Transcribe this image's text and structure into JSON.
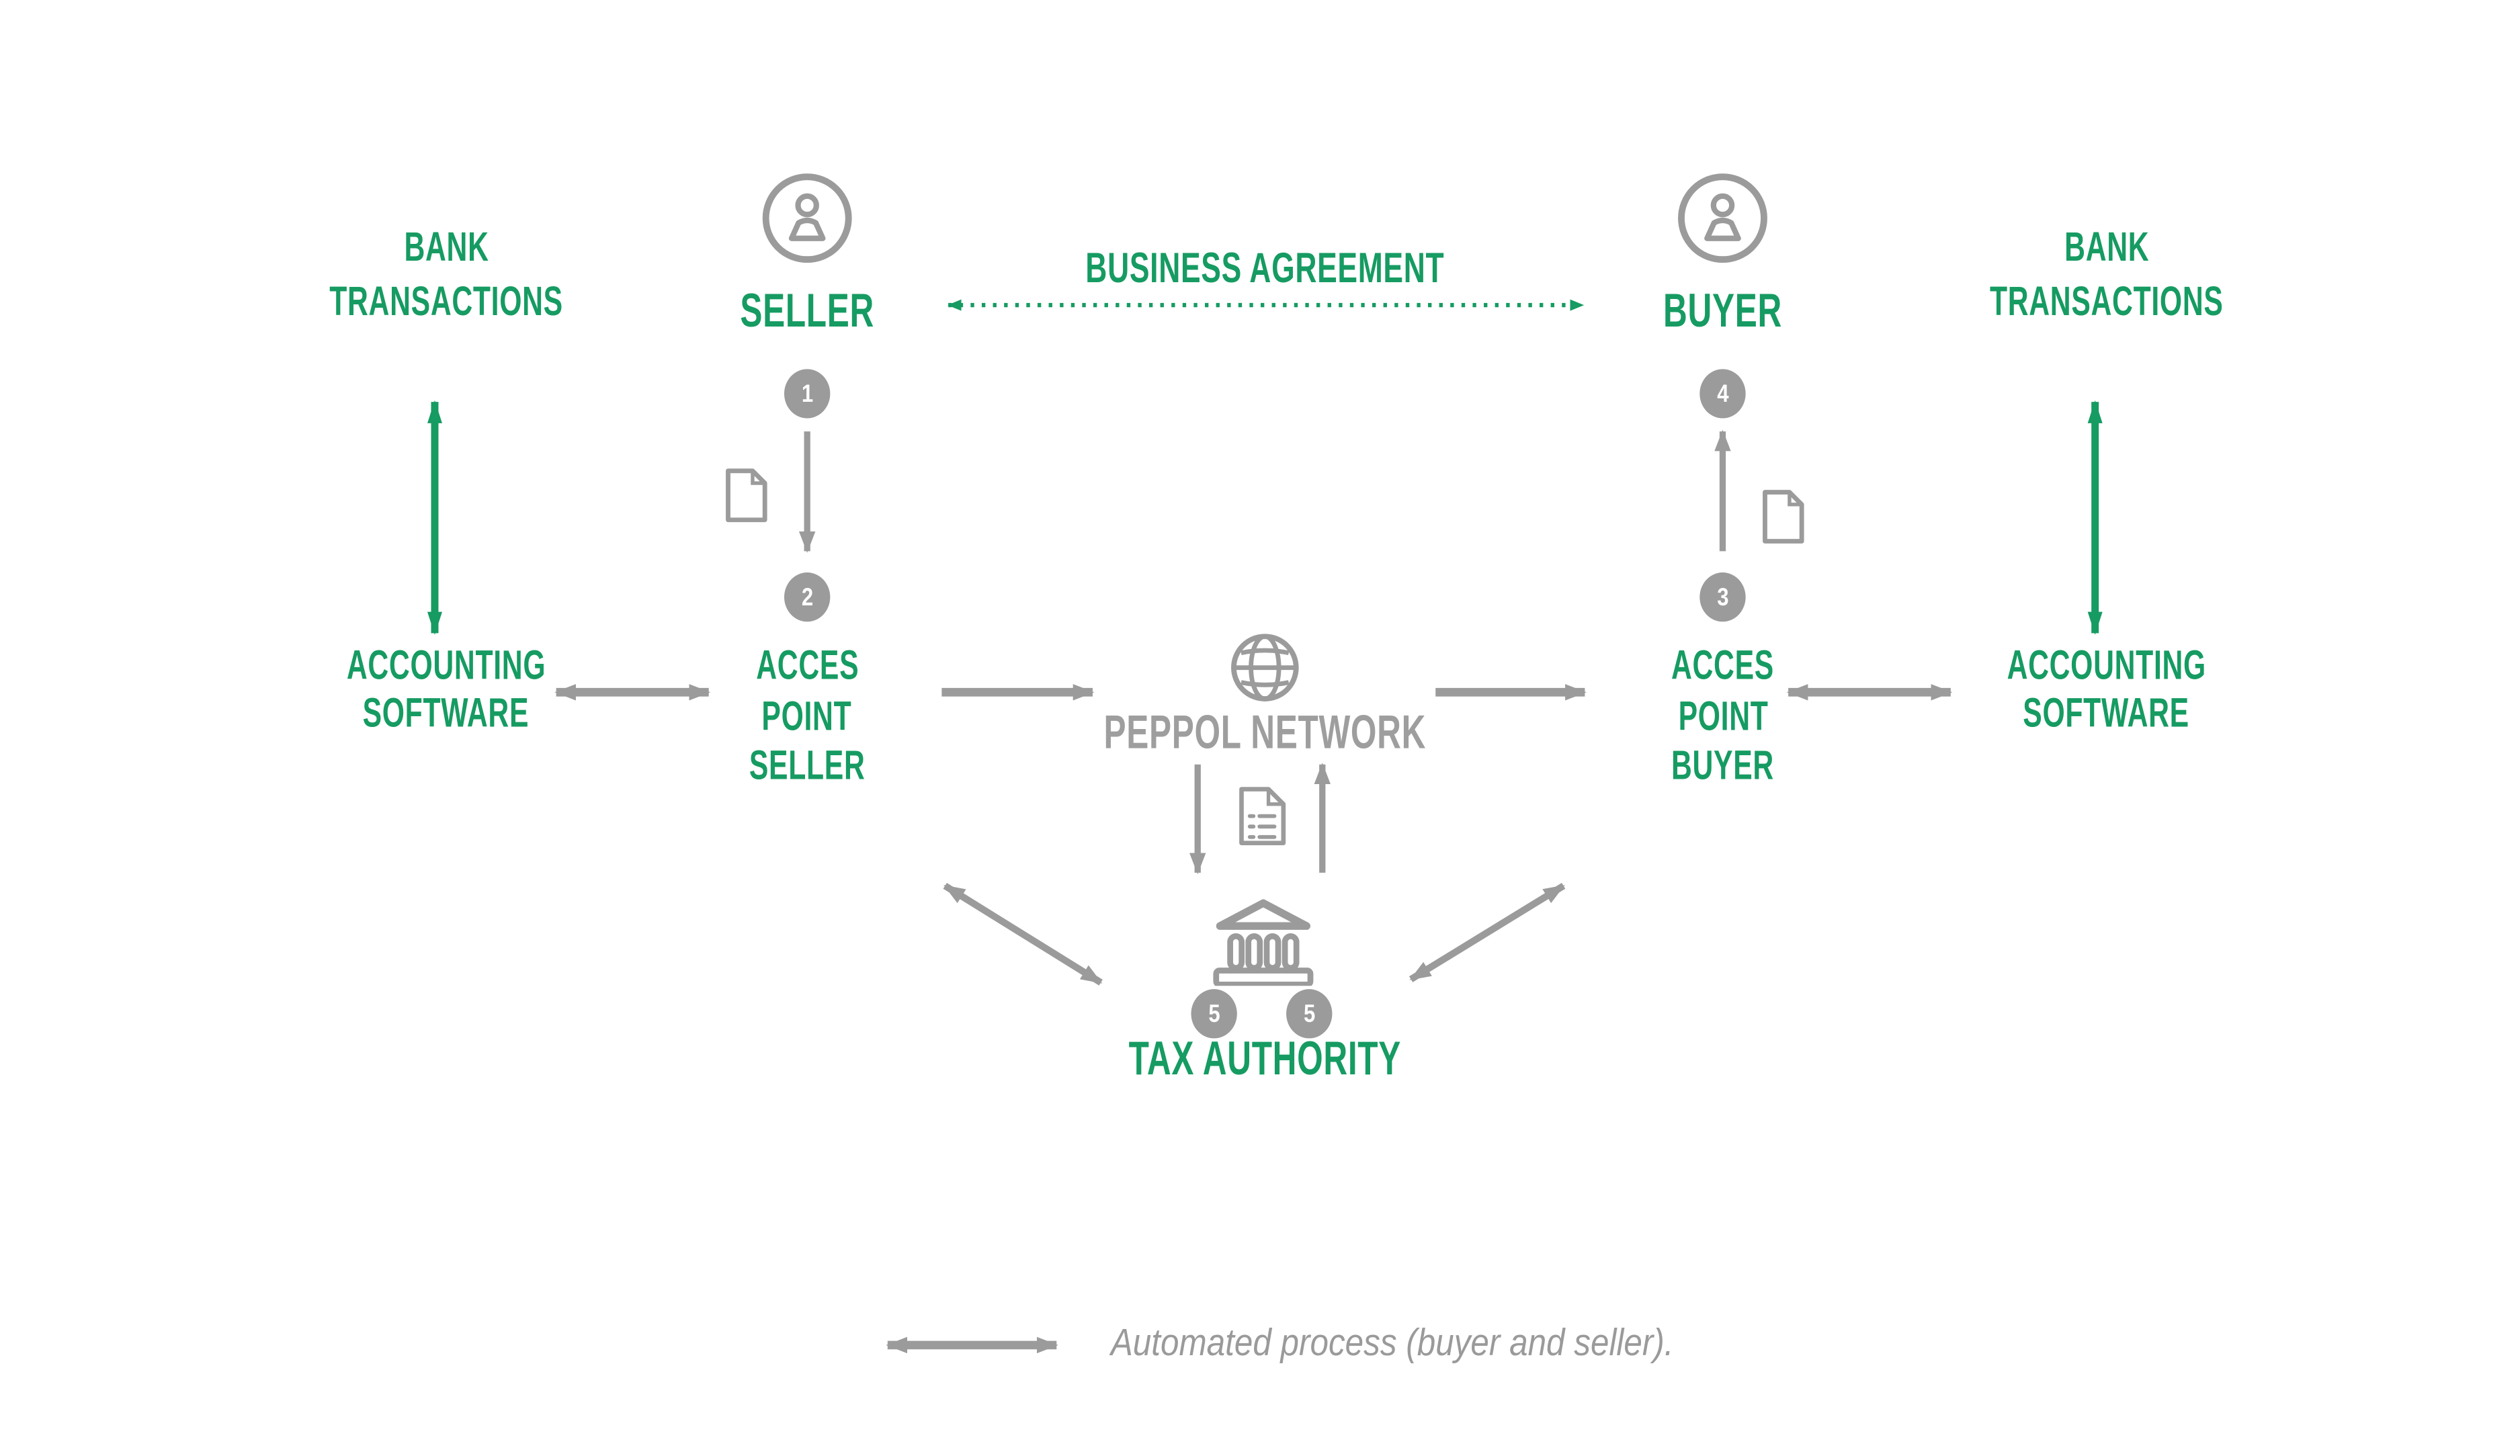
{
  "colors": {
    "green": "#169b62",
    "gray_icon": "#9b9b9b",
    "gray_text": "#9e9e9e",
    "background": "#ffffff"
  },
  "nodes": {
    "bank_transactions_left": {
      "line1": "BANK",
      "line2": "TRANSACTIONS"
    },
    "seller": {
      "label": "SELLER"
    },
    "business_agreement": {
      "label": "BUSINESS AGREEMENT"
    },
    "buyer": {
      "label": "BUYER"
    },
    "bank_transactions_right": {
      "line1": "BANK",
      "line2": "TRANSACTIONS"
    },
    "accounting_software_left": {
      "line1": "ACCOUNTING",
      "line2": "SOFTWARE"
    },
    "access_point_seller": {
      "line1": "ACCES",
      "line2": "POINT",
      "line3": "SELLER"
    },
    "peppol_network": {
      "label": "PEPPOL NETWORK"
    },
    "access_point_buyer": {
      "line1": "ACCES",
      "line2": "POINT",
      "line3": "BUYER"
    },
    "accounting_software_right": {
      "line1": "ACCOUNTING",
      "line2": "SOFTWARE"
    },
    "tax_authority": {
      "label": "TAX AUTHORITY"
    }
  },
  "badges": {
    "step1": "1",
    "step2": "2",
    "step3": "3",
    "step4": "4",
    "step5_left": "5",
    "step5_right": "5"
  },
  "legend": {
    "label": "Automated process (buyer and seller)."
  },
  "icons": {
    "seller": "person-icon",
    "buyer": "person-icon",
    "peppol_network": "globe-icon",
    "tax_authority": "bank-building-icon",
    "seller_document": "document-icon",
    "buyer_document": "document-icon",
    "network_document": "invoice-document-icon"
  }
}
